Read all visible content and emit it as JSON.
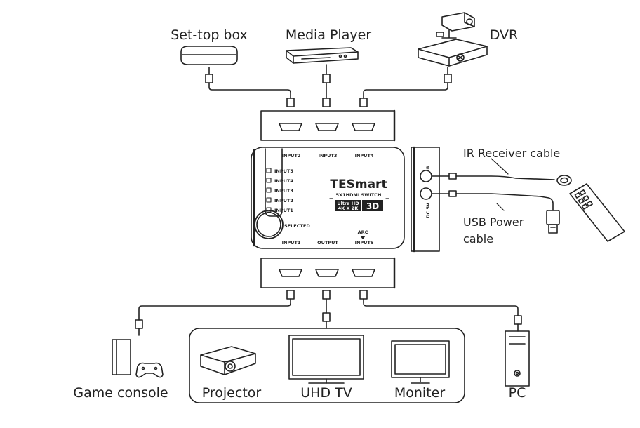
{
  "devices": {
    "set_top_box": "Set-top box",
    "media_player": "Media Player",
    "dvr": "DVR",
    "game_console": "Game console",
    "projector": "Projector",
    "uhd_tv": "UHD TV",
    "monitor": "Moniter",
    "pc": "PC"
  },
  "cables": {
    "ir_receiver": "IR Receiver cable",
    "usb_power_line1": "USB Power",
    "usb_power_line2": "cable"
  },
  "switch": {
    "brand": "TESmart",
    "model": "5X1HDMI SWITCH",
    "badge_line1": "Ultra HD",
    "badge_line2": "4K X 2K",
    "badge_3d": "3D",
    "top_labels": [
      "INPUT2",
      "INPUT3",
      "INPUT4"
    ],
    "led_labels": [
      "INPUT5",
      "INPUT4",
      "INPUT3",
      "INPUT2",
      "INPUT1"
    ],
    "selected": "SELECTED",
    "bottom_labels": [
      "INPUT1",
      "OUTPUT",
      "INPUT5"
    ],
    "arc": "ARC"
  },
  "side_panel": {
    "ir": "IR",
    "dc": "DC 5V"
  },
  "colors": {
    "line": "#222222",
    "background": "#ffffff"
  }
}
